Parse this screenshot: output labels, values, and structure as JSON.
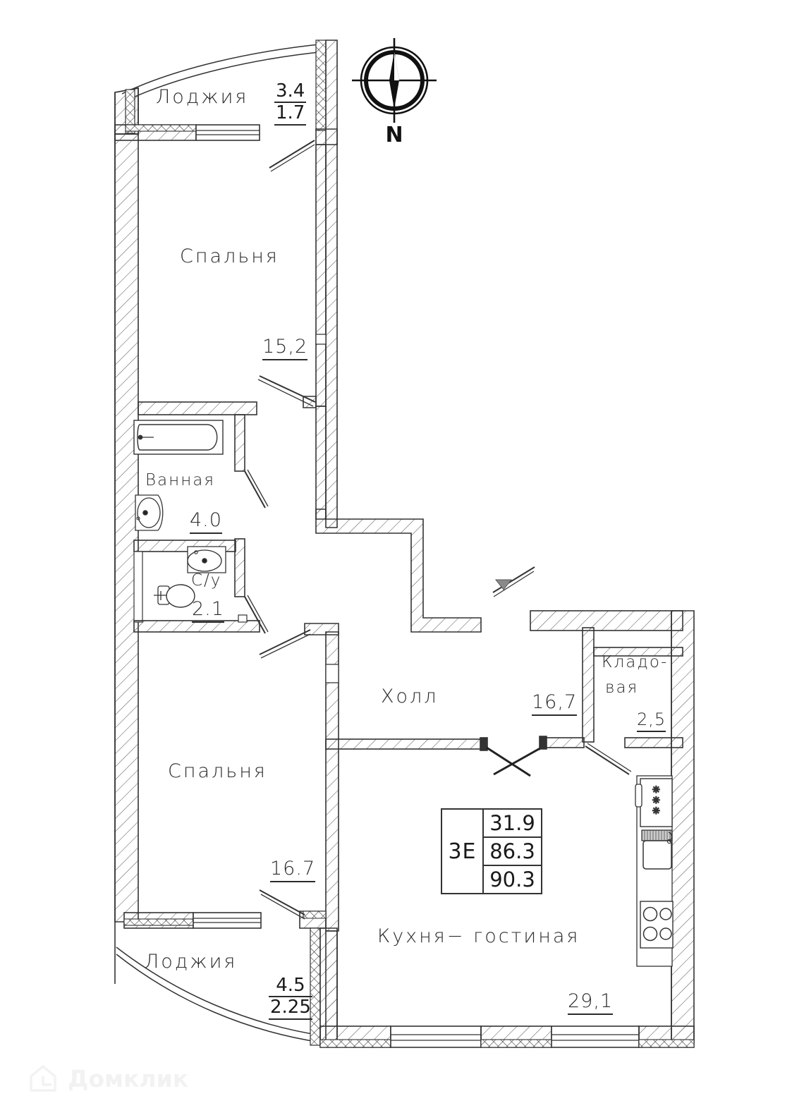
{
  "document": {
    "type": "apartment-floor-plan",
    "language": "ru"
  },
  "compass": {
    "label": "N",
    "icon": "compass-rose-icon"
  },
  "info_table": {
    "apartment_type": "3Е",
    "living_area": "31.9",
    "area_without_loggia": "86.3",
    "total_area": "90.3"
  },
  "rooms": [
    {
      "id": "loggia-top",
      "name": "Лоджия",
      "area": "3.4",
      "area_coef": "1.7"
    },
    {
      "id": "bedroom-top",
      "name": "Спальня",
      "area": "15,2"
    },
    {
      "id": "bathroom",
      "name": "Ванная",
      "area": "4.0"
    },
    {
      "id": "wc",
      "name": "С/у",
      "area": "2.1"
    },
    {
      "id": "hall",
      "name": "Холл",
      "area": "16,7"
    },
    {
      "id": "storage",
      "name_line1": "Кладо-",
      "name_line2": "вая",
      "area": "2,5"
    },
    {
      "id": "bedroom-bottom",
      "name": "Спальня",
      "area": "16.7"
    },
    {
      "id": "kitchen-living",
      "name": "Кухня− гостиная",
      "area": "29,1"
    },
    {
      "id": "loggia-bottom",
      "name": "Лоджия",
      "area": "4.5",
      "area_coef": "2.25"
    }
  ],
  "watermark": {
    "text": "Домклик",
    "icon": "domklik-house-logo-icon",
    "color": "#f2f2f2"
  },
  "colors": {
    "line": "#333333",
    "hatch": "#6e6e6e",
    "text": "#2b2b2b",
    "background": "#ffffff"
  }
}
